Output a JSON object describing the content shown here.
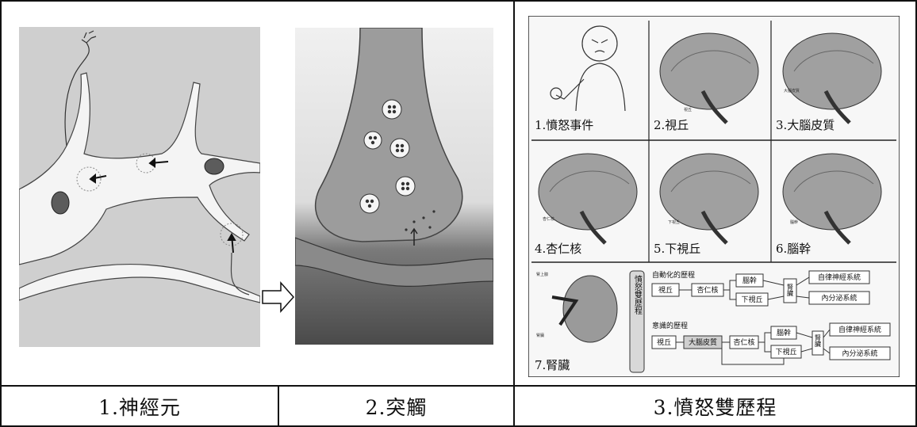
{
  "captions": {
    "neuron": "1.神經元",
    "synapse": "2.突觸",
    "anger": "3.憤怒雙歷程"
  },
  "anger_panels": [
    {
      "label": "1.憤怒事件"
    },
    {
      "label": "2.視丘",
      "sub": "視丘"
    },
    {
      "label": "3.大腦皮質",
      "sub": "大腦皮質"
    },
    {
      "label": "4.杏仁核",
      "sub": "杏仁核"
    },
    {
      "label": "5.下視丘",
      "sub": "下視丘"
    },
    {
      "label": "6.腦幹",
      "sub": "腦幹"
    },
    {
      "label": "7.腎臟"
    }
  ],
  "kidney_labels": {
    "adrenal": "腎上腺",
    "kidney": "腎臟"
  },
  "flowchart": {
    "side_label": "憤怒雙歷程",
    "auto": {
      "title": "自動化的歷程",
      "thalamus": "視丘",
      "amygdala": "杏仁核",
      "brainstem": "腦幹",
      "hypothalamus": "下視丘",
      "kidney": "腎臟",
      "ans": "自律神經系統",
      "endocrine": "內分泌系統"
    },
    "conscious": {
      "title": "意識的歷程",
      "thalamus": "視丘",
      "cortex": "大腦皮質",
      "amygdala": "杏仁核",
      "brainstem": "腦幹",
      "hypothalamus": "下視丘",
      "kidney": "腎臟",
      "ans": "自律神經系統",
      "endocrine": "內分泌系統"
    }
  },
  "colors": {
    "border": "#111111",
    "photo_gray": "#c9c9c9",
    "brain_gray": "#9a9a9a",
    "side_box": "#d8d8d8"
  }
}
